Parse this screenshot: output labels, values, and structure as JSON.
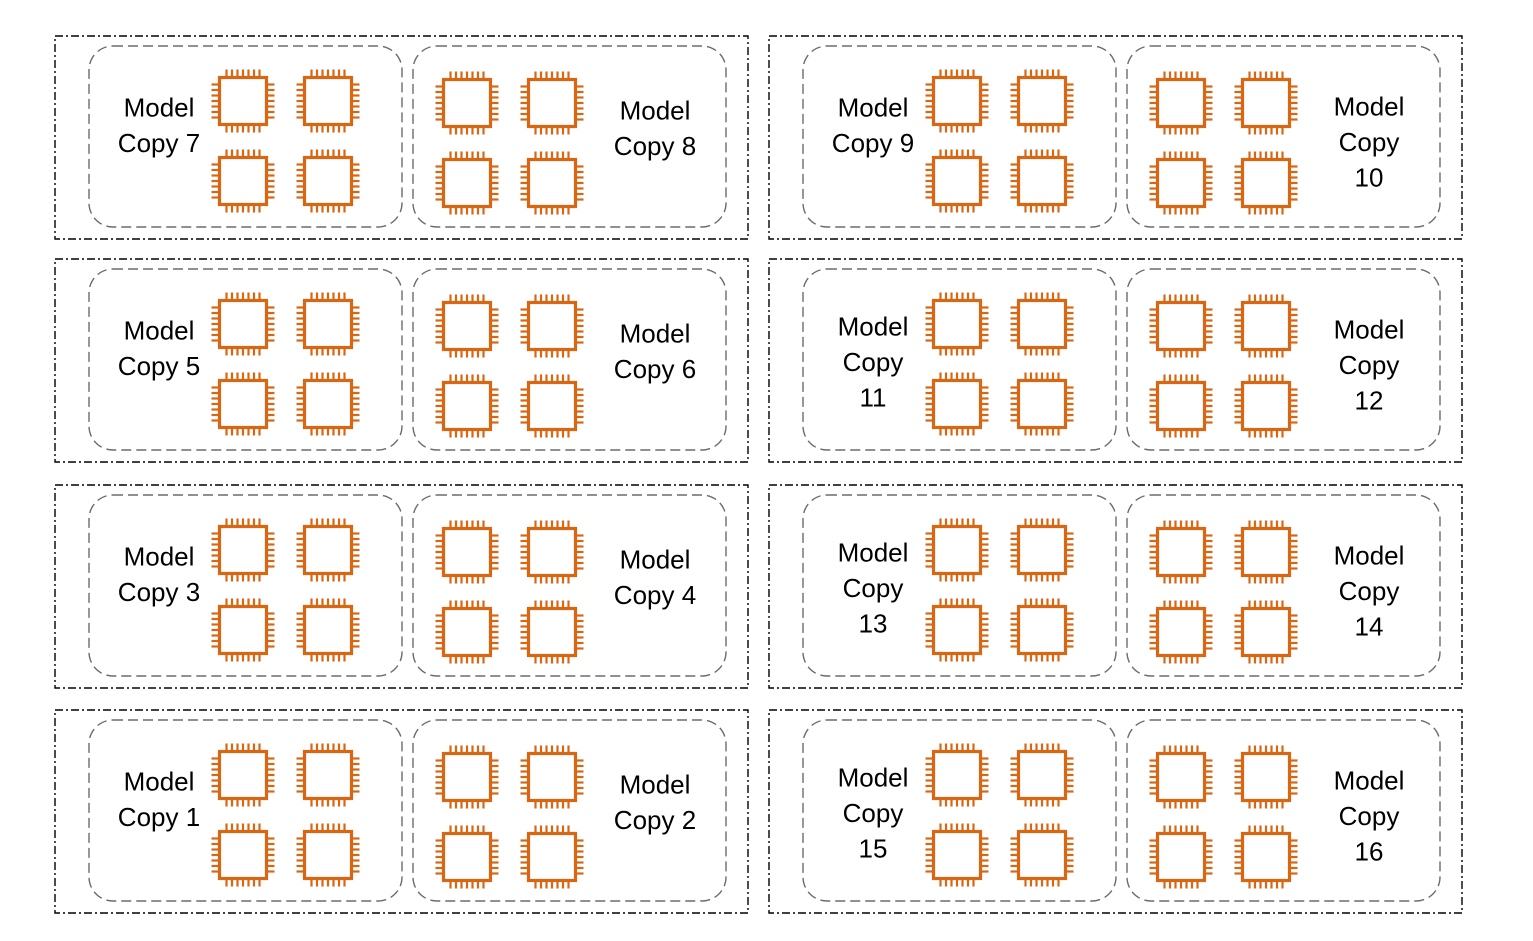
{
  "colors": {
    "chip": "#D86613",
    "node_border": "#000000",
    "group_border": "#6b6b6b",
    "text": "#000000",
    "background": "#ffffff"
  },
  "icon": "cpu-chip-icon",
  "nodes": [
    {
      "groups": [
        {
          "label": [
            "Model",
            "Copy 7"
          ]
        },
        {
          "label": [
            "Model",
            "Copy 8"
          ]
        }
      ]
    },
    {
      "groups": [
        {
          "label": [
            "Model",
            "Copy 9"
          ]
        },
        {
          "label": [
            "Model",
            "Copy",
            "10"
          ]
        }
      ]
    },
    {
      "groups": [
        {
          "label": [
            "Model",
            "Copy 5"
          ]
        },
        {
          "label": [
            "Model",
            "Copy 6"
          ]
        }
      ]
    },
    {
      "groups": [
        {
          "label": [
            "Model",
            "Copy",
            "11"
          ]
        },
        {
          "label": [
            "Model",
            "Copy",
            "12"
          ]
        }
      ]
    },
    {
      "groups": [
        {
          "label": [
            "Model",
            "Copy 3"
          ]
        },
        {
          "label": [
            "Model",
            "Copy 4"
          ]
        }
      ]
    },
    {
      "groups": [
        {
          "label": [
            "Model",
            "Copy",
            "13"
          ]
        },
        {
          "label": [
            "Model",
            "Copy",
            "14"
          ]
        }
      ]
    },
    {
      "groups": [
        {
          "label": [
            "Model",
            "Copy 1"
          ]
        },
        {
          "label": [
            "Model",
            "Copy 2"
          ]
        }
      ]
    },
    {
      "groups": [
        {
          "label": [
            "Model",
            "Copy",
            "15"
          ]
        },
        {
          "label": [
            "Model",
            "Copy",
            "16"
          ]
        }
      ]
    }
  ]
}
